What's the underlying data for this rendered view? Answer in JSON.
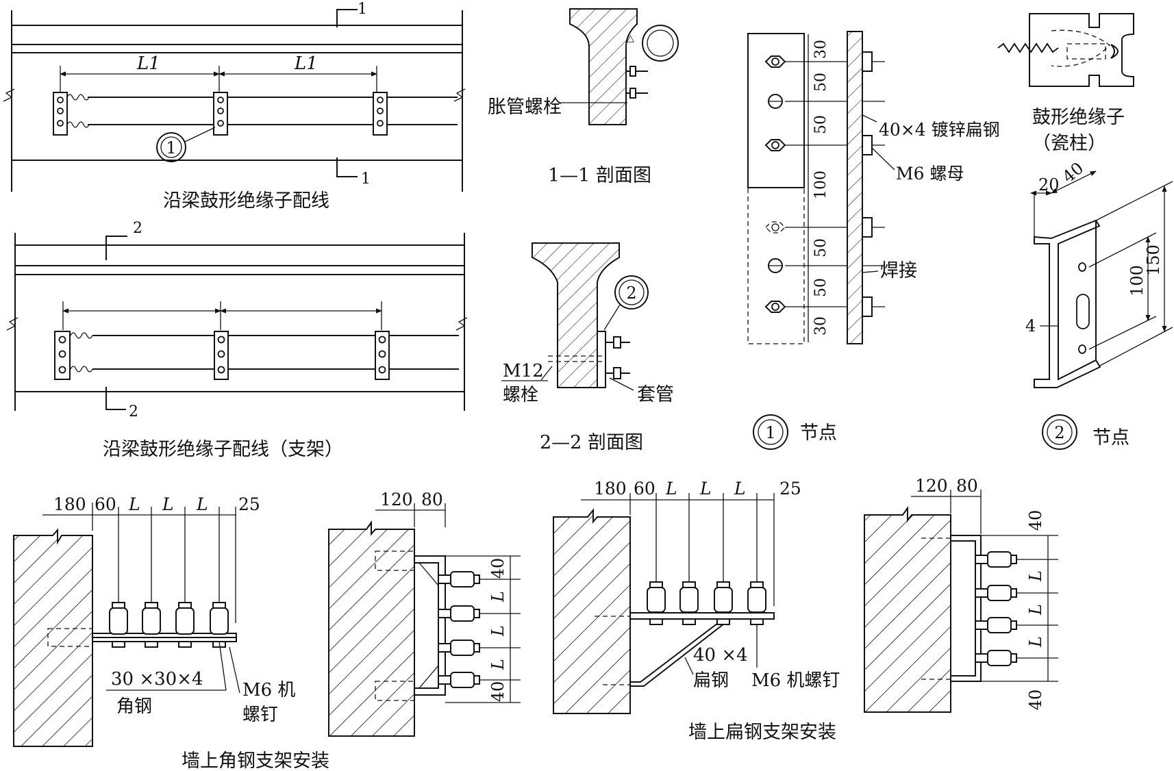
{
  "panels": {
    "beam_wiring": {
      "caption": "沿梁鼓形绝缘子配线",
      "section_mark": "1",
      "span_label": "L1",
      "node_label": "1"
    },
    "beam_wiring_bracket": {
      "caption": "沿梁鼓形绝缘子配线（支架）",
      "section_mark": "2"
    },
    "section_1_1": {
      "caption": "1—1 剖面图",
      "bolt_label": "胀管螺栓"
    },
    "section_2_2": {
      "caption": "2—2 剖面图",
      "node_label": "2",
      "bolt_label_line1": "M12",
      "bolt_label_line2": "螺栓",
      "sleeve_label": "套管"
    },
    "node_1": {
      "caption": "节点",
      "number": "1",
      "dims": [
        "30",
        "50",
        "50",
        "100",
        "50",
        "50",
        "30"
      ],
      "flat_steel_label": "40×4 镀锌扁钢",
      "nut_label": "M6 螺母",
      "weld_label": "焊接"
    },
    "insulator": {
      "title_line1": "鼓形绝缘子",
      "title_line2": "（瓷柱）"
    },
    "node_2": {
      "caption": "节点",
      "number": "2",
      "dim_a": "20",
      "dim_b": "40",
      "dim_inner": "100",
      "dim_outer": "150",
      "thickness": "4"
    },
    "wall_angle_bracket": {
      "caption": "墙上角钢支架安装",
      "dims_top": [
        "180",
        "60",
        "L",
        "L",
        "L",
        "25"
      ],
      "dims_side_top": [
        "120",
        "80"
      ],
      "dims_side_v": [
        "40",
        "L",
        "L",
        "L",
        "40"
      ],
      "angle_label_line1": "30 ×30×4",
      "angle_label_line2": "角钢",
      "screw_label_line1": "M6 机",
      "screw_label_line2": "螺钉"
    },
    "wall_flat_bracket": {
      "caption": "墙上扁钢支架安装",
      "dims_top": [
        "180",
        "60",
        "L",
        "L",
        "L",
        "25"
      ],
      "dims_side_top": [
        "120",
        "80"
      ],
      "dims_side_v": [
        "40",
        "L",
        "L",
        "L",
        "40"
      ],
      "flat_label_line1": "40 ×4",
      "flat_label_line2": "扁钢",
      "screw_label": "M6 机螺钉"
    }
  }
}
